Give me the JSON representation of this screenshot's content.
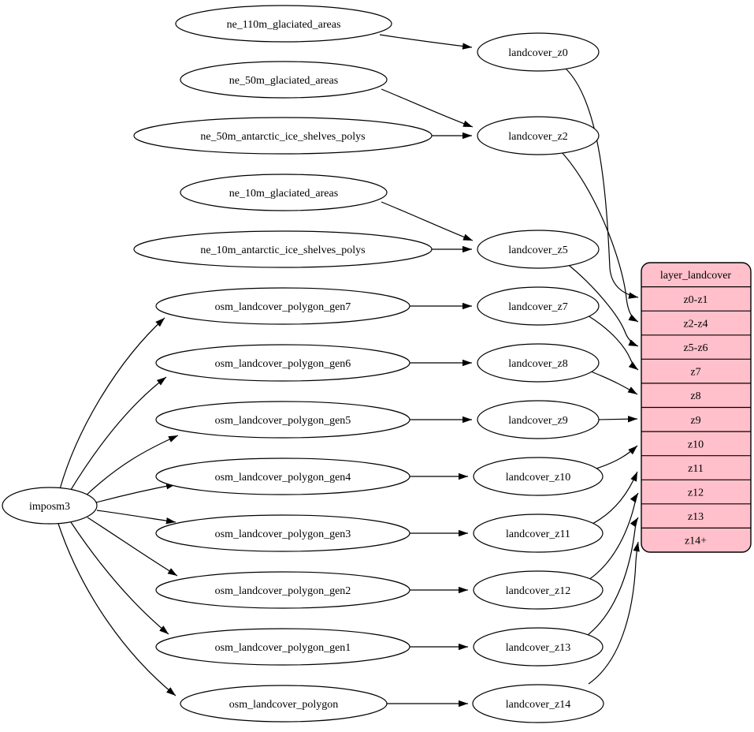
{
  "diagram": {
    "kind": "etl-flow-graph",
    "colors": {
      "background": "#ffffff",
      "node_fill": "#ffffff",
      "node_stroke": "#000000",
      "edge": "#000000",
      "table_fill": "#ffc0cb",
      "text": "#000000"
    },
    "importer": {
      "id": "imposm3",
      "label": "imposm3"
    },
    "sources": [
      {
        "id": "ne_110m_glaciated_areas",
        "label": "ne_110m_glaciated_areas"
      },
      {
        "id": "ne_50m_glaciated_areas",
        "label": "ne_50m_glaciated_areas"
      },
      {
        "id": "ne_50m_antarctic_ice_shelves_polys",
        "label": "ne_50m_antarctic_ice_shelves_polys"
      },
      {
        "id": "ne_10m_glaciated_areas",
        "label": "ne_10m_glaciated_areas"
      },
      {
        "id": "ne_10m_antarctic_ice_shelves_polys",
        "label": "ne_10m_antarctic_ice_shelves_polys"
      },
      {
        "id": "osm_landcover_polygon_gen7",
        "label": "osm_landcover_polygon_gen7"
      },
      {
        "id": "osm_landcover_polygon_gen6",
        "label": "osm_landcover_polygon_gen6"
      },
      {
        "id": "osm_landcover_polygon_gen5",
        "label": "osm_landcover_polygon_gen5"
      },
      {
        "id": "osm_landcover_polygon_gen4",
        "label": "osm_landcover_polygon_gen4"
      },
      {
        "id": "osm_landcover_polygon_gen3",
        "label": "osm_landcover_polygon_gen3"
      },
      {
        "id": "osm_landcover_polygon_gen2",
        "label": "osm_landcover_polygon_gen2"
      },
      {
        "id": "osm_landcover_polygon_gen1",
        "label": "osm_landcover_polygon_gen1"
      },
      {
        "id": "osm_landcover_polygon",
        "label": "osm_landcover_polygon"
      }
    ],
    "generalized": [
      {
        "id": "landcover_z0",
        "label": "landcover_z0"
      },
      {
        "id": "landcover_z2",
        "label": "landcover_z2"
      },
      {
        "id": "landcover_z5",
        "label": "landcover_z5"
      },
      {
        "id": "landcover_z7",
        "label": "landcover_z7"
      },
      {
        "id": "landcover_z8",
        "label": "landcover_z8"
      },
      {
        "id": "landcover_z9",
        "label": "landcover_z9"
      },
      {
        "id": "landcover_z10",
        "label": "landcover_z10"
      },
      {
        "id": "landcover_z11",
        "label": "landcover_z11"
      },
      {
        "id": "landcover_z12",
        "label": "landcover_z12"
      },
      {
        "id": "landcover_z13",
        "label": "landcover_z13"
      },
      {
        "id": "landcover_z14",
        "label": "landcover_z14"
      }
    ],
    "layer_table": {
      "header": "layer_landcover",
      "rows": [
        {
          "label": "z0-z1"
        },
        {
          "label": "z2-z4"
        },
        {
          "label": "z5-z6"
        },
        {
          "label": "z7"
        },
        {
          "label": "z8"
        },
        {
          "label": "z9"
        },
        {
          "label": "z10"
        },
        {
          "label": "z11"
        },
        {
          "label": "z12"
        },
        {
          "label": "z13"
        },
        {
          "label": "z14+"
        }
      ]
    },
    "edges": [
      {
        "from": "ne_110m_glaciated_areas",
        "to": "landcover_z0"
      },
      {
        "from": "ne_50m_glaciated_areas",
        "to": "landcover_z2"
      },
      {
        "from": "ne_50m_antarctic_ice_shelves_polys",
        "to": "landcover_z2"
      },
      {
        "from": "ne_10m_glaciated_areas",
        "to": "landcover_z5"
      },
      {
        "from": "ne_10m_antarctic_ice_shelves_polys",
        "to": "landcover_z5"
      },
      {
        "from": "imposm3",
        "to": "osm_landcover_polygon_gen7"
      },
      {
        "from": "imposm3",
        "to": "osm_landcover_polygon_gen6"
      },
      {
        "from": "imposm3",
        "to": "osm_landcover_polygon_gen5"
      },
      {
        "from": "imposm3",
        "to": "osm_landcover_polygon_gen4"
      },
      {
        "from": "imposm3",
        "to": "osm_landcover_polygon_gen3"
      },
      {
        "from": "imposm3",
        "to": "osm_landcover_polygon_gen2"
      },
      {
        "from": "imposm3",
        "to": "osm_landcover_polygon_gen1"
      },
      {
        "from": "imposm3",
        "to": "osm_landcover_polygon"
      },
      {
        "from": "osm_landcover_polygon_gen7",
        "to": "landcover_z7"
      },
      {
        "from": "osm_landcover_polygon_gen6",
        "to": "landcover_z8"
      },
      {
        "from": "osm_landcover_polygon_gen5",
        "to": "landcover_z9"
      },
      {
        "from": "osm_landcover_polygon_gen4",
        "to": "landcover_z10"
      },
      {
        "from": "osm_landcover_polygon_gen3",
        "to": "landcover_z11"
      },
      {
        "from": "osm_landcover_polygon_gen2",
        "to": "landcover_z12"
      },
      {
        "from": "osm_landcover_polygon_gen1",
        "to": "landcover_z13"
      },
      {
        "from": "osm_landcover_polygon",
        "to": "landcover_z14"
      },
      {
        "from": "landcover_z0",
        "to": "layer_landcover:z0-z1"
      },
      {
        "from": "landcover_z2",
        "to": "layer_landcover:z2-z4"
      },
      {
        "from": "landcover_z5",
        "to": "layer_landcover:z5-z6"
      },
      {
        "from": "landcover_z7",
        "to": "layer_landcover:z7"
      },
      {
        "from": "landcover_z8",
        "to": "layer_landcover:z8"
      },
      {
        "from": "landcover_z9",
        "to": "layer_landcover:z9"
      },
      {
        "from": "landcover_z10",
        "to": "layer_landcover:z10"
      },
      {
        "from": "landcover_z11",
        "to": "layer_landcover:z11"
      },
      {
        "from": "landcover_z12",
        "to": "layer_landcover:z12"
      },
      {
        "from": "landcover_z13",
        "to": "layer_landcover:z13"
      },
      {
        "from": "landcover_z14",
        "to": "layer_landcover:z14+"
      }
    ]
  }
}
